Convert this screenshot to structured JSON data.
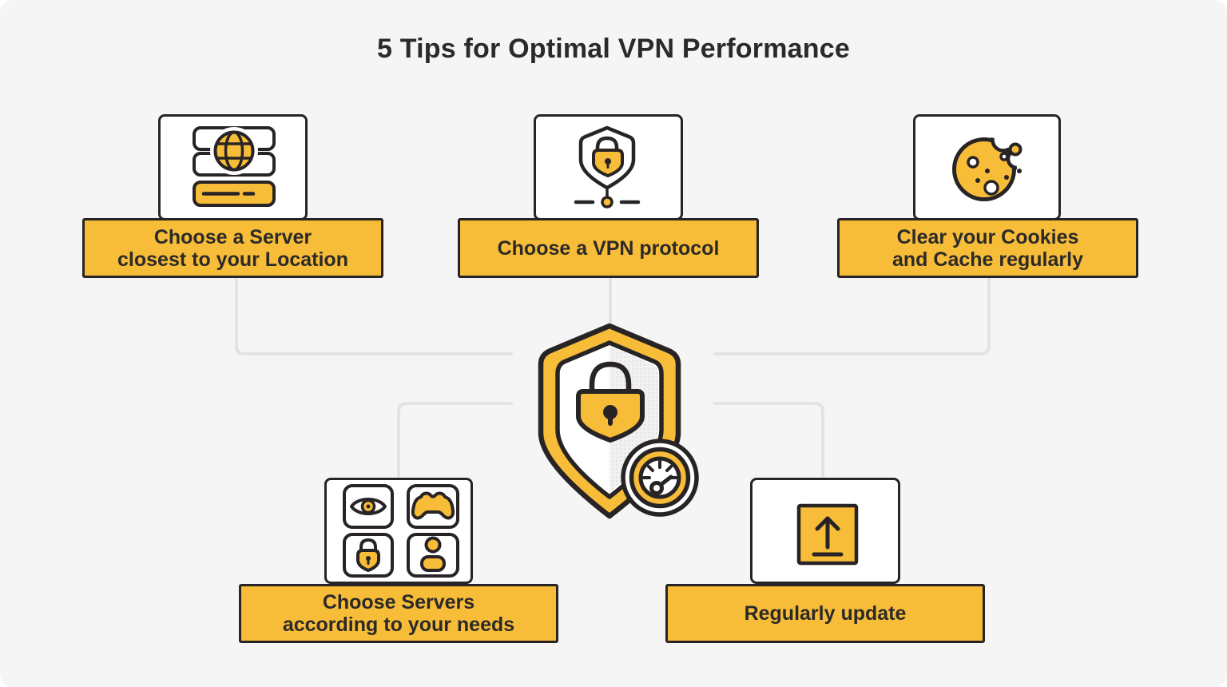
{
  "title": "5 Tips for Optimal VPN Performance",
  "tips": [
    {
      "name": "choose-server-location",
      "lines": [
        "Choose a Server",
        "closest to your Location"
      ],
      "icon": "server-globe-icon"
    },
    {
      "name": "choose-vpn-protocol",
      "lines": [
        "Choose a VPN protocol"
      ],
      "icon": "shield-lock-connection-icon"
    },
    {
      "name": "clear-cookies-cache",
      "lines": [
        "Clear your Cookies",
        "and Cache regularly"
      ],
      "icon": "cookie-icon"
    },
    {
      "name": "choose-servers-needs",
      "lines": [
        "Choose Servers",
        "according to your needs"
      ],
      "icon": "usage-types-grid-icon"
    },
    {
      "name": "regularly-update",
      "lines": [
        "Regularly update"
      ],
      "icon": "update-upload-icon"
    }
  ],
  "center": {
    "icon": "shield-lock-speedometer-icon"
  },
  "colors": {
    "accent_yellow": "#F7BC38",
    "ink": "#282425",
    "card_white": "#FFFFFF",
    "canvas_background": "#F5F5F6",
    "connector_gray": "#E3E3E4"
  }
}
